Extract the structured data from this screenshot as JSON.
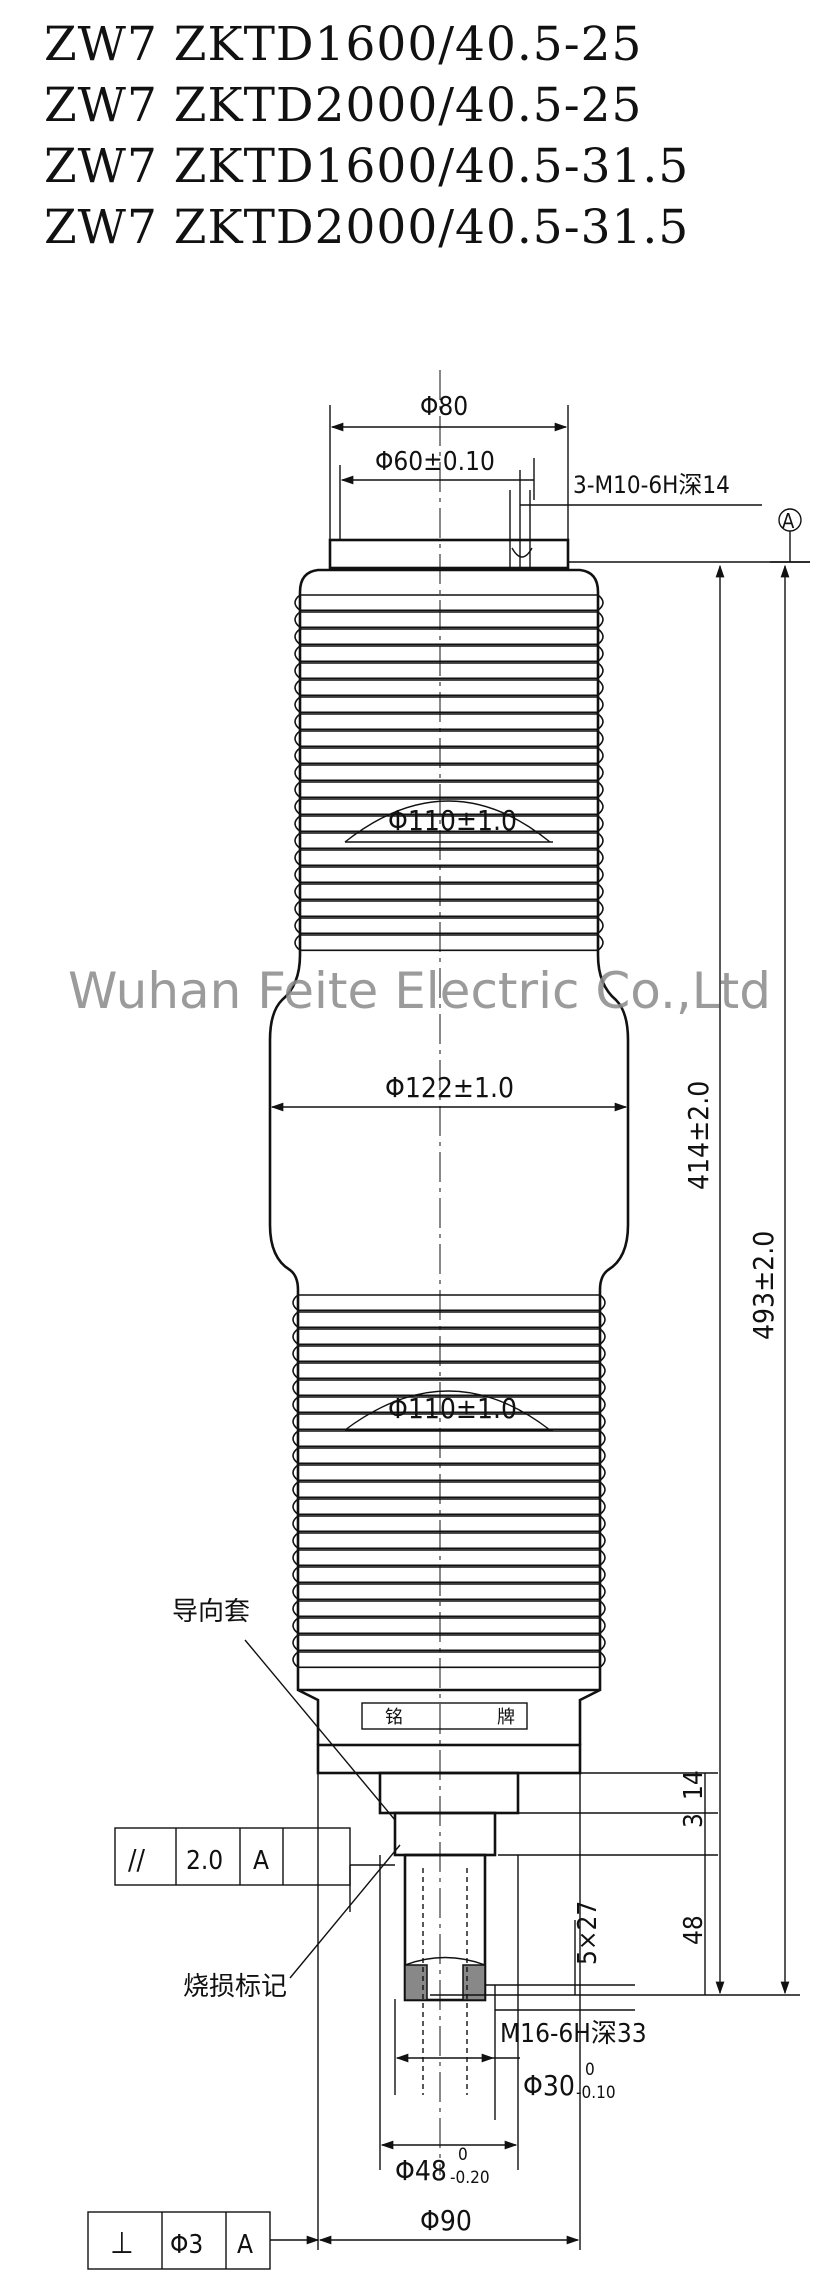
{
  "models": [
    "ZW7 ZKTD1600/40.5-25",
    "ZW7 ZKTD2000/40.5-25",
    "ZW7 ZKTD1600/40.5-31.5",
    "ZW7 ZKTD2000/40.5-31.5"
  ],
  "dims": {
    "d80": "Φ80",
    "d60": "Φ60±0.10",
    "thread_top": "3-M10-6H深14",
    "datum_a": "A",
    "d110_upper": "Φ110±1.0",
    "d122": "Φ122±1.0",
    "d110_lower": "Φ110±1.0",
    "len414": "414±2.0",
    "len493": "493±2.0",
    "v3": "3",
    "v14": "14",
    "v48": "48",
    "v5x27": "5×27",
    "m16": "M16-6H深33",
    "d30": "Φ30",
    "d30_upper": "0",
    "d30_lower": "-0.10",
    "d48": "Φ48",
    "d48_upper": "0",
    "d48_lower": "-0.20",
    "d90": "Φ90"
  },
  "labels": {
    "guide_sleeve": "导向套",
    "nameplate_left": "铭",
    "nameplate_right": "牌",
    "wear_mark": "烧损标记"
  },
  "tolerance_parallel": {
    "symbol": "//",
    "value": "2.0",
    "datum": "A"
  },
  "tolerance_perp": {
    "symbol": "⊥",
    "value": "Φ3",
    "datum": "A"
  },
  "watermark": "Wuhan Feite Electric Co.,Ltd"
}
